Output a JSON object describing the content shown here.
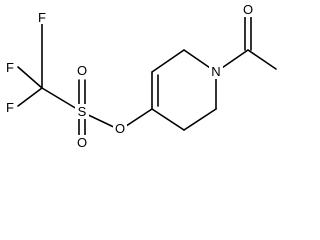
{
  "molecule": {
    "atoms": {
      "f_top": "F",
      "f_left": "F",
      "f_bottom": "F",
      "s": "S",
      "o_sulfonyl_top": "O",
      "o_sulfonyl_bottom": "O",
      "o_ester": "O",
      "n": "N",
      "o_acetyl": "O"
    },
    "colors": {
      "bond": "#000000",
      "label": "#000000",
      "background": "#ffffff"
    }
  }
}
